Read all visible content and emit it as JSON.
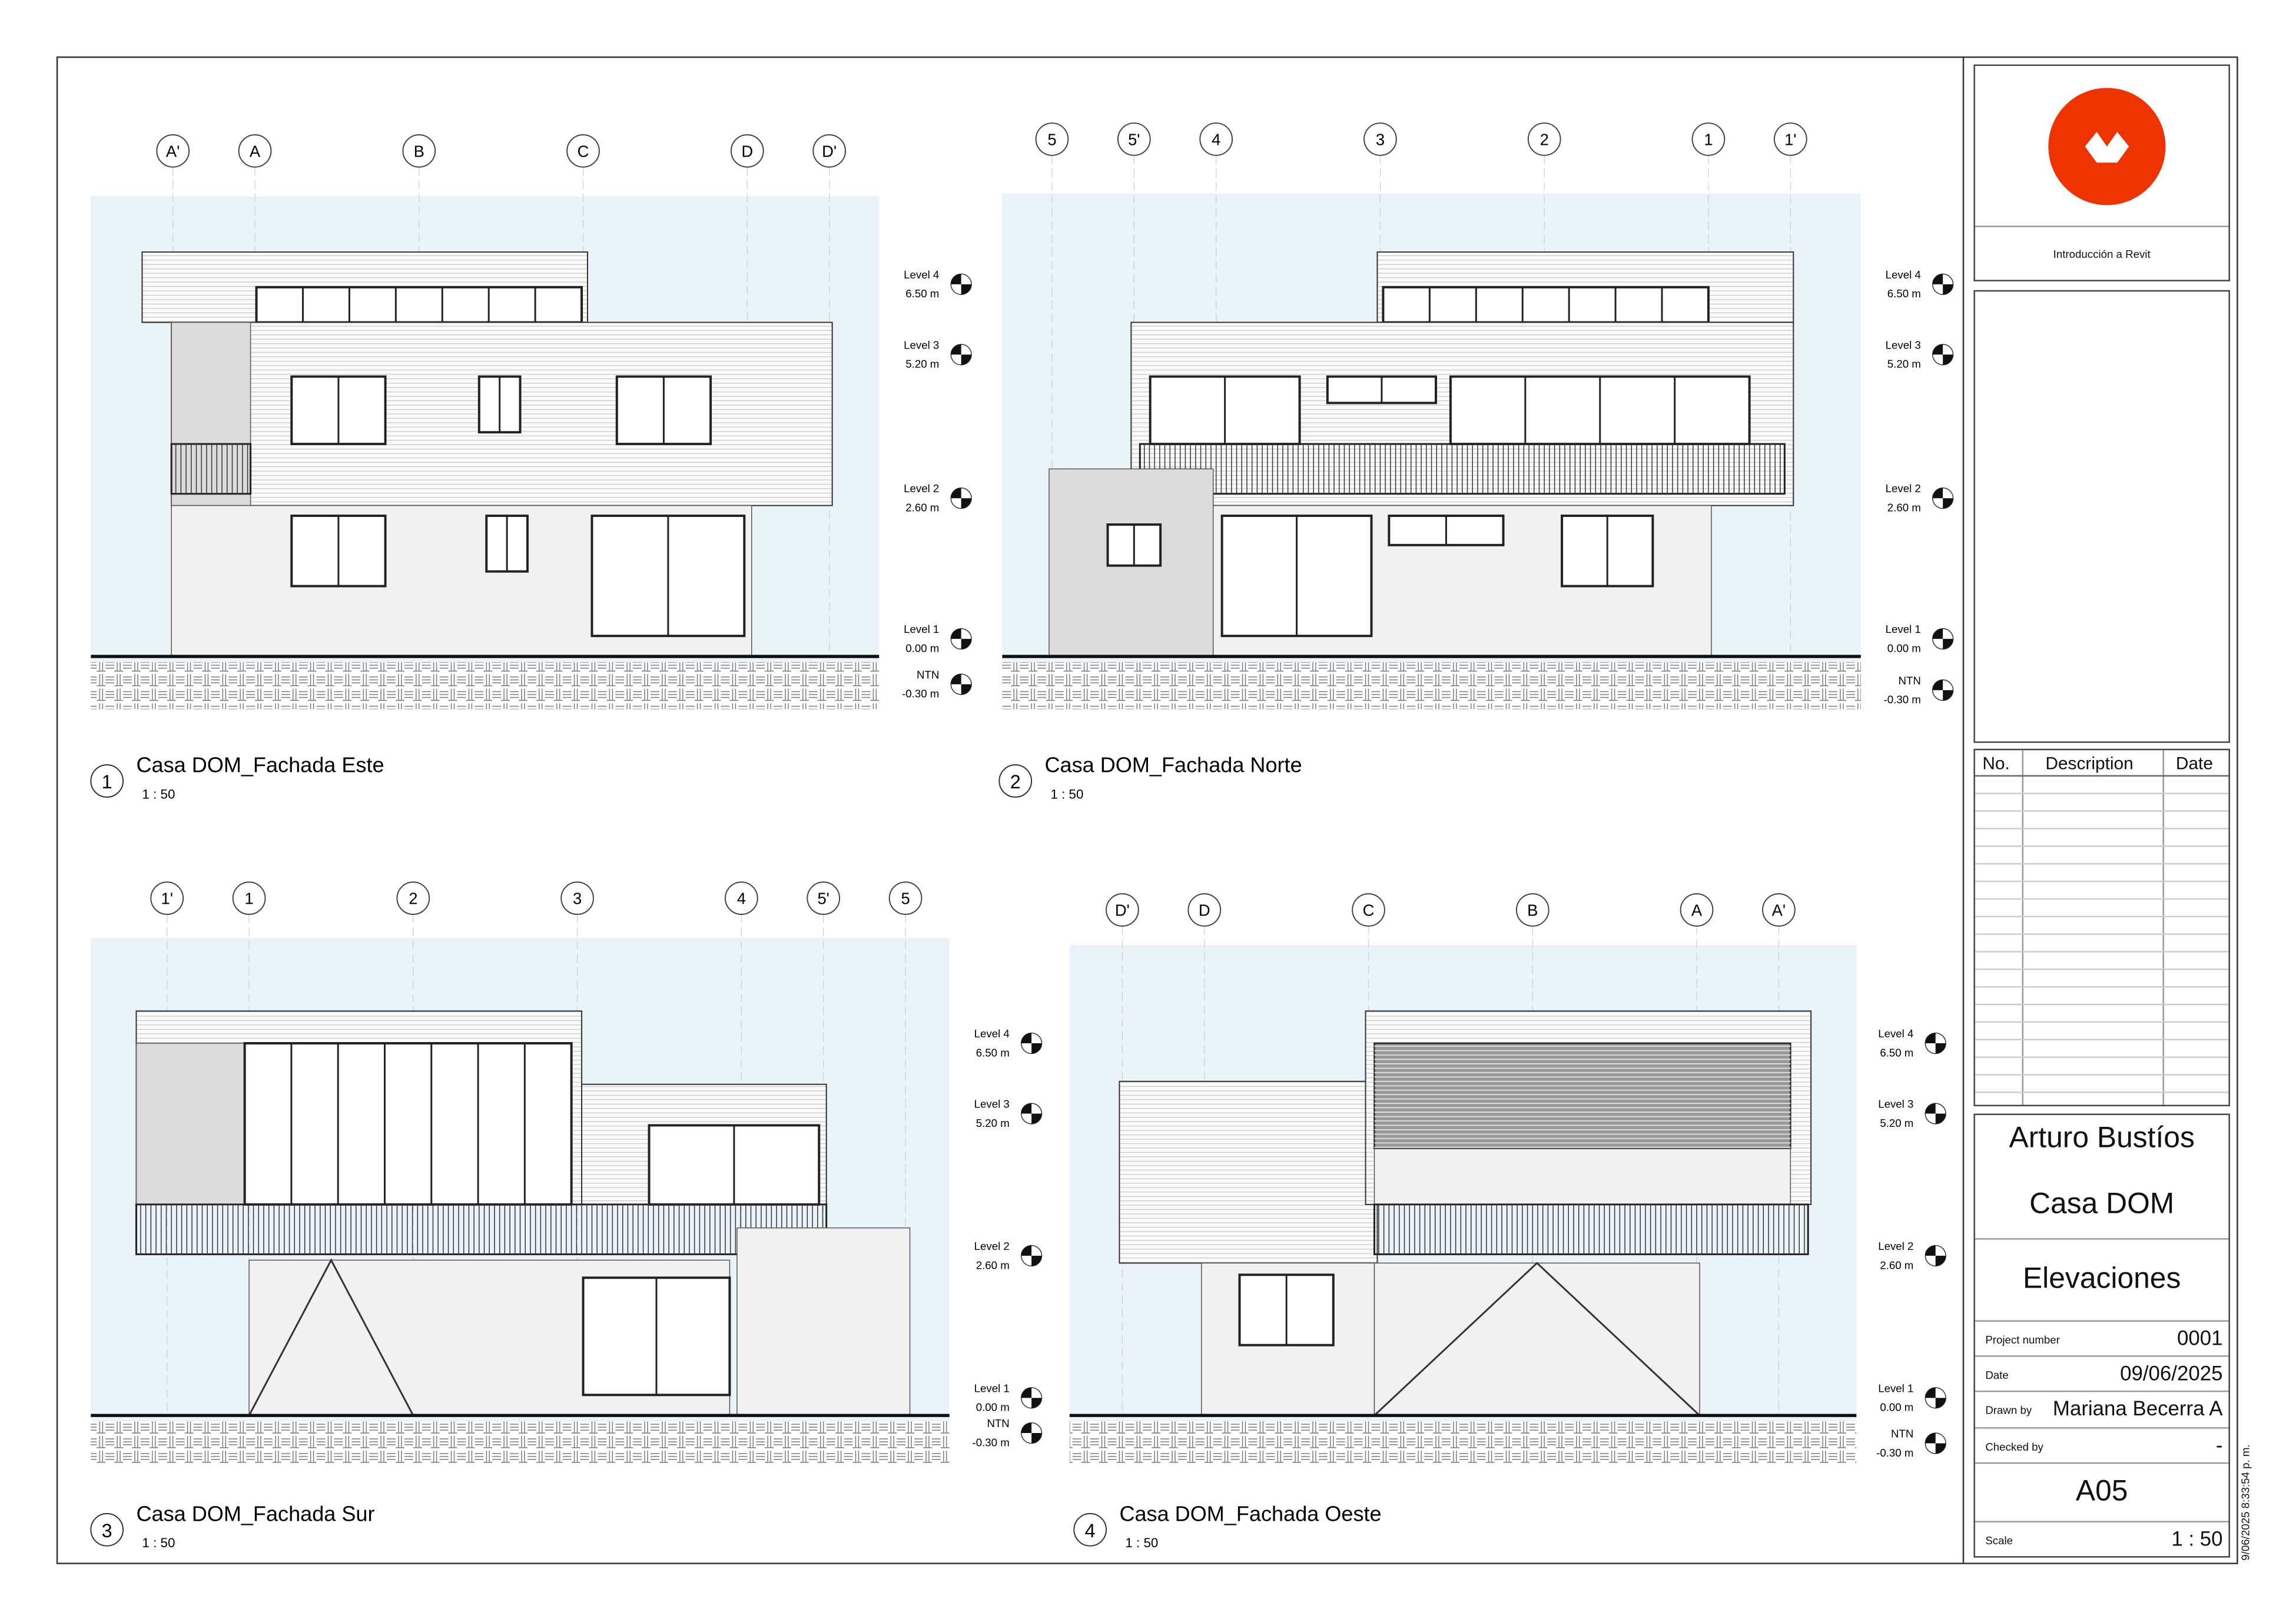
{
  "sheet": {
    "views": [
      {
        "number": "1",
        "title": "Casa DOM_Fachada Este",
        "scale": "1 : 50",
        "grids": [
          "A'",
          "A",
          "B",
          "C",
          "D",
          "D'"
        ]
      },
      {
        "number": "2",
        "title": "Casa DOM_Fachada Norte",
        "scale": "1 : 50",
        "grids": [
          "5",
          "5'",
          "4",
          "3",
          "2",
          "1",
          "1'"
        ]
      },
      {
        "number": "3",
        "title": "Casa DOM_Fachada Sur",
        "scale": "1 : 50",
        "grids": [
          "1'",
          "1",
          "2",
          "3",
          "4",
          "5'",
          "5"
        ]
      },
      {
        "number": "4",
        "title": "Casa DOM_Fachada Oeste",
        "scale": "1 : 50",
        "grids": [
          "D'",
          "D",
          "C",
          "B",
          "A",
          "A'"
        ]
      }
    ],
    "levels": [
      {
        "name": "Level 4",
        "elevation": "6.50 m"
      },
      {
        "name": "Level 3",
        "elevation": "5.20 m"
      },
      {
        "name": "Level 2",
        "elevation": "2.60 m"
      },
      {
        "name": "Level 1",
        "elevation": "0.00 m"
      },
      {
        "name": "NTN",
        "elevation": "-0.30 m"
      }
    ]
  },
  "title_block": {
    "logo_color": "#EE3300",
    "course": "Introducción a Revit",
    "revisions": {
      "headers": [
        "No.",
        "Description",
        "Date"
      ],
      "rows": []
    },
    "author": "Arturo Bustíos",
    "project": "Casa DOM",
    "sheet_name": "Elevaciones",
    "fields": [
      {
        "label": "Project number",
        "value": "0001"
      },
      {
        "label": "Date",
        "value": "09/06/2025"
      },
      {
        "label": "Drawn by",
        "value": "Mariana Becerra A"
      },
      {
        "label": "Checked by",
        "value": "-"
      }
    ],
    "sheet_number": "A05",
    "scale_label": "Scale",
    "scale": "1 : 50",
    "timestamp": "9/06/2025 8:33:54 p. m."
  }
}
